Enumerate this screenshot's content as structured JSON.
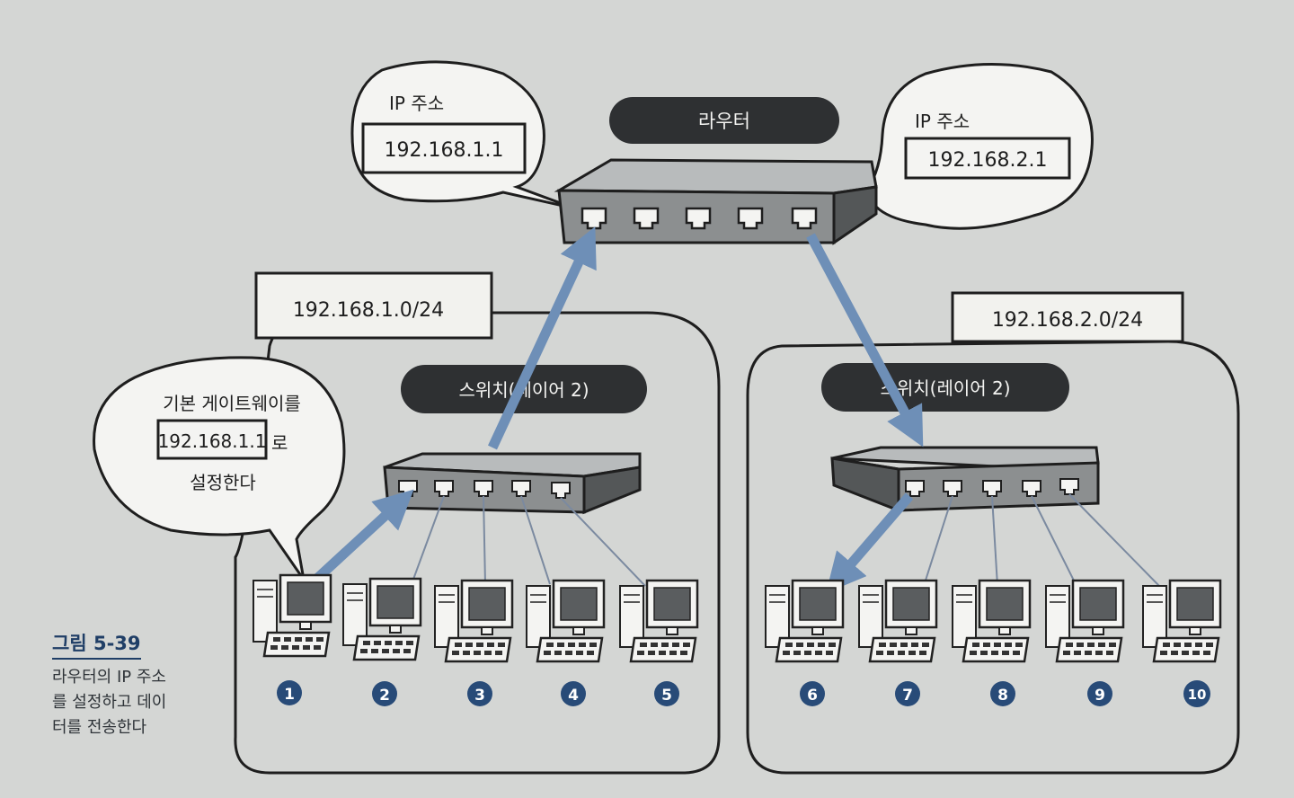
{
  "router": {
    "label": "라우터",
    "left_bubble": {
      "title": "IP 주소",
      "ip": "192.168.1.1"
    },
    "right_bubble": {
      "title": "IP 주소",
      "ip": "192.168.2.1"
    }
  },
  "networks": [
    {
      "address": "192.168.1.0/24",
      "switch_label": "스위치(레이어 2)",
      "pcs": [
        "1",
        "2",
        "3",
        "4",
        "5"
      ]
    },
    {
      "address": "192.168.2.0/24",
      "switch_label": "스위치(레이어 2)",
      "pcs": [
        "6",
        "7",
        "8",
        "9",
        "10"
      ]
    }
  ],
  "gateway_bubble": {
    "line1": "기본 게이트웨이를",
    "ip": "192.168.1.1",
    "suffix": "로",
    "line3": "설정한다"
  },
  "caption": {
    "figure": "그림 5-39",
    "lines": [
      "라우터의 IP 주소",
      "를 설정하고 데이",
      "터를 전송한다"
    ]
  },
  "colors": {
    "page": "#d4d6d4",
    "device": "#8c8f90",
    "device_dark": "#545758",
    "pill": "#2e3032",
    "arrow": "#6e8fb7",
    "badge": "#284b78"
  }
}
